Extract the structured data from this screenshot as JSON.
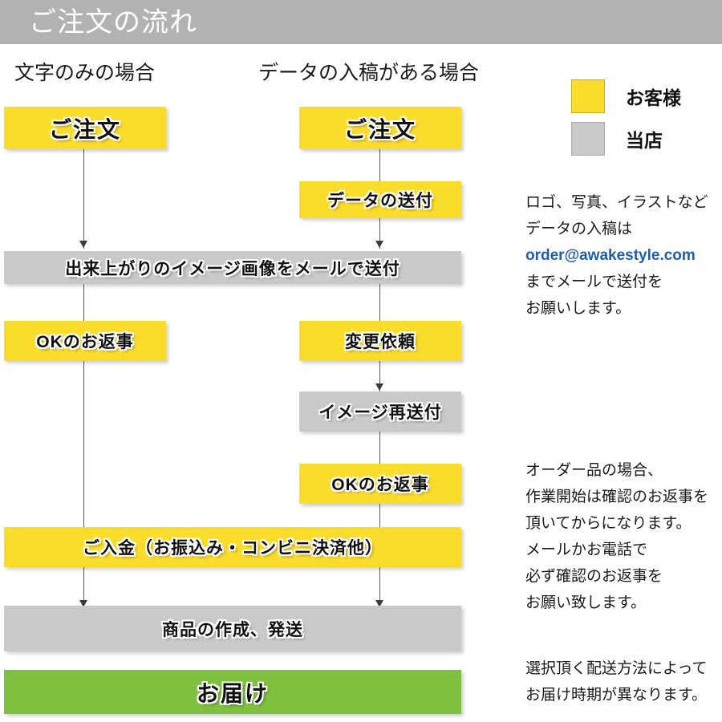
{
  "header": {
    "title": "ご注文の流れ"
  },
  "columns": {
    "left_caption": "文字のみの場合",
    "right_caption": "データの入稿がある場合"
  },
  "legend": {
    "items": [
      {
        "label": "お客様",
        "color": "#fadc2b",
        "swatch": "yellow"
      },
      {
        "label": "当店",
        "color": "#c9c9c9",
        "swatch": "gray"
      }
    ]
  },
  "flow": {
    "left_column": [
      {
        "label": "ご注文",
        "type": "customer",
        "color": "#fadc2b"
      },
      {
        "label": "OKのお返事",
        "type": "customer",
        "color": "#fadc2b"
      }
    ],
    "right_column": [
      {
        "label": "ご注文",
        "type": "customer",
        "color": "#fadc2b"
      },
      {
        "label": "データの送付",
        "type": "customer",
        "color": "#fadc2b"
      },
      {
        "label": "変更依頼",
        "type": "customer",
        "color": "#fadc2b"
      },
      {
        "label": "イメージ再送付",
        "type": "shop",
        "color": "#c9c9c9"
      },
      {
        "label": "OKのお返事",
        "type": "customer",
        "color": "#fadc2b"
      }
    ],
    "shared": [
      {
        "label": "出来上がりのイメージ画像をメールで送付",
        "type": "shop",
        "color": "#c9c9c9"
      },
      {
        "label": "ご入金（お振込み・コンビニ決済他）",
        "type": "customer",
        "color": "#fadc2b"
      },
      {
        "label": "商品の作成、発送",
        "type": "shop",
        "color": "#c9c9c9"
      },
      {
        "label": "お届け",
        "type": "delivery",
        "color": "#7fc03e"
      }
    ]
  },
  "notes": {
    "data_submission": {
      "lines": [
        "ロゴ、写真、イラストなど",
        "データの入稿は"
      ],
      "email": "order@awakestyle.com",
      "lines_after": [
        "までメールで送付を",
        "お願いします。"
      ]
    },
    "order_confirmation": {
      "lines": [
        "オーダー品の場合、",
        "作業開始は確認のお返事を",
        "頂いてからになります。",
        "メールかお電話で",
        "必ず確認のお返事を",
        "お願い致します。"
      ]
    },
    "shipping": {
      "lines": [
        "選択頂く配送方法によって",
        "お届け時期が異なります。"
      ]
    }
  },
  "colors": {
    "header_bar": "#b2b2b2",
    "customer": "#fadc2b",
    "shop": "#c9c9c9",
    "delivery": "#7fc03e",
    "email_link": "#1f5fa8",
    "connector": "#5a5a5a"
  }
}
